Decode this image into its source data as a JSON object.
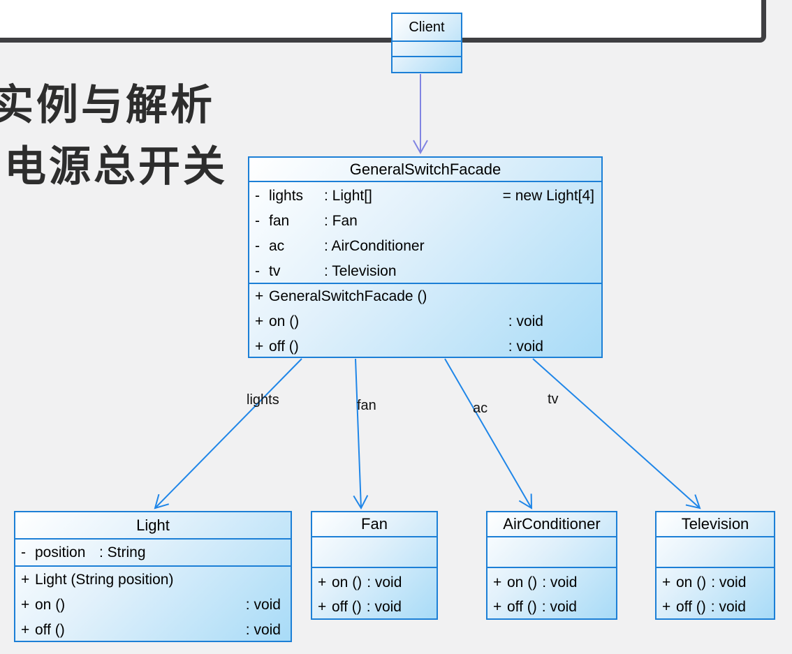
{
  "heading": {
    "line1": "实例与解析",
    "line2": "电源总开关"
  },
  "classes": {
    "client": {
      "name": "Client"
    },
    "facade": {
      "name": "GeneralSwitchFacade",
      "attributes": [
        {
          "vis": "-",
          "name": "lights",
          "type": ": Light[]",
          "default": "= new Light[4]"
        },
        {
          "vis": "-",
          "name": "fan",
          "type": ": Fan",
          "default": ""
        },
        {
          "vis": "-",
          "name": "ac",
          "type": ": AirConditioner",
          "default": ""
        },
        {
          "vis": "-",
          "name": "tv",
          "type": ": Television",
          "default": ""
        }
      ],
      "methods": [
        {
          "vis": "+",
          "sig": "GeneralSwitchFacade ()",
          "ret": ""
        },
        {
          "vis": "+",
          "sig": "on ()",
          "ret": ": void"
        },
        {
          "vis": "+",
          "sig": "off ()",
          "ret": ": void"
        }
      ]
    },
    "light": {
      "name": "Light",
      "attributes": [
        {
          "vis": "-",
          "name": "position",
          "type": ": String",
          "default": ""
        }
      ],
      "methods": [
        {
          "vis": "+",
          "sig": "Light (String position)",
          "ret": ""
        },
        {
          "vis": "+",
          "sig": "on ()",
          "ret": ": void"
        },
        {
          "vis": "+",
          "sig": "off ()",
          "ret": ": void"
        }
      ]
    },
    "fan": {
      "name": "Fan",
      "methods": [
        {
          "vis": "+",
          "sig": "on ()",
          "ret": ": void"
        },
        {
          "vis": "+",
          "sig": "off ()",
          "ret": ": void"
        }
      ]
    },
    "ac": {
      "name": "AirConditioner",
      "methods": [
        {
          "vis": "+",
          "sig": "on ()",
          "ret": ": void"
        },
        {
          "vis": "+",
          "sig": "off ()",
          "ret": ": void"
        }
      ]
    },
    "tv": {
      "name": "Television",
      "methods": [
        {
          "vis": "+",
          "sig": "on ()",
          "ret": ": void"
        },
        {
          "vis": "+",
          "sig": "off ()",
          "ret": ": void"
        }
      ]
    }
  },
  "edges": {
    "labels": {
      "lights": "lights",
      "fan": "fan",
      "ac": "ac",
      "tv": "tv"
    }
  },
  "colors": {
    "background": "#f1f1f2",
    "frame": "#3f3f42",
    "box_border": "#1c7fd6",
    "box_fill_start": "#ffffff",
    "box_fill_end": "#a8dbf7",
    "association_line": "#1f86e8",
    "dependency_line": "#8084e2",
    "text": "#000000",
    "heading_text": "#2d2d2d"
  }
}
